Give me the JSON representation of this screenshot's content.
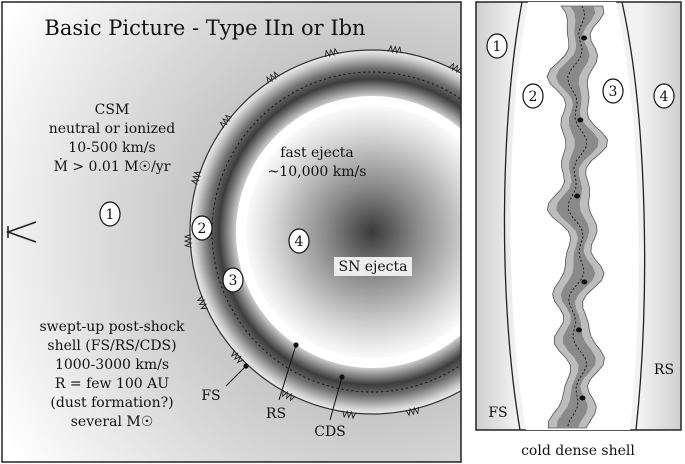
{
  "title": "Basic Picture - Type IIn or Ibn",
  "csm": {
    "lines": [
      "CSM",
      "neutral or ionized",
      "10-500 km/s",
      "Ṁ  > 0.01 M☉/yr"
    ]
  },
  "fast_ejecta": {
    "lines": [
      "fast ejecta",
      "~10,000 km/s"
    ]
  },
  "sn_ejecta": {
    "label": "SN ejecta"
  },
  "shell_desc": {
    "lines": [
      "swept-up post-shock",
      "shell (FS/RS/CDS)",
      "1000-3000 km/s",
      "R = few 100 AU",
      "(dust formation?)",
      "several M☉"
    ]
  },
  "markers": {
    "fs": "FS",
    "rs": "RS",
    "cds": "CDS"
  },
  "region_numbers": [
    "1",
    "2",
    "3",
    "4"
  ],
  "right_panel": {
    "numbers": [
      "1",
      "2",
      "3",
      "4"
    ],
    "fs": "FS",
    "rs": "RS",
    "caption": "cold dense shell"
  },
  "colors": {
    "panel_border": "#222222",
    "shell_dark": "#4a4a4a",
    "shell_light": "#bdbdbd",
    "ejecta_white": "#ffffff",
    "csm_gray": "#9a9a9a"
  }
}
